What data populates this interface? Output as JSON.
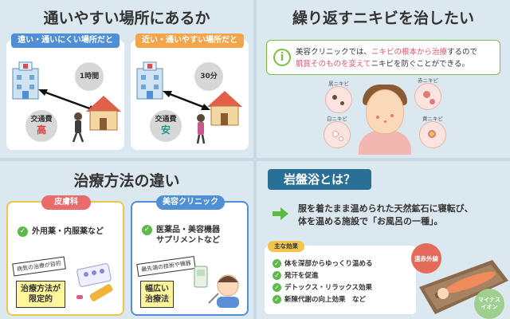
{
  "panel1": {
    "title": "通いやすい場所にあるか",
    "left": {
      "header": "遠い・通いにくい場所だと",
      "time": "1時間",
      "fee_label": "交通費",
      "fee_value": "高"
    },
    "right": {
      "header": "近い・通いやすい場所だと",
      "time": "30分",
      "fee_label": "交通費",
      "fee_value": "安"
    },
    "colors": {
      "blue": "#4f8fd6",
      "orange": "#f2a54a",
      "high": "#e03a3a",
      "low": "#1a9c8a"
    }
  },
  "panel2": {
    "title": "繰り返すニキビを治したい",
    "info_icon": "i",
    "info_line1_a": "美容クリニックでは、",
    "info_line1_b": "ニキビの根本から治療",
    "info_line1_c": "するので",
    "info_line2_a": "肌質そのものを変えて",
    "info_line2_b": "ニキビを防ぐことができる。",
    "acne_labels": [
      "黒ニキビ",
      "赤ニキビ",
      "白ニキビ",
      "黄ニキビ"
    ]
  },
  "panel3": {
    "title": "治療方法の違い",
    "left": {
      "tag": "皮膚科",
      "items": [
        "外用薬・内服薬など"
      ],
      "callout": "病気の治療が目的",
      "box_line1": "治療方法が",
      "box_line2": "限定的"
    },
    "right": {
      "tag": "美容クリニック",
      "items": [
        "医薬品・美容機器",
        "サプリメントなど"
      ],
      "callout": "最先端の技術や機器",
      "box_line1": "幅広い",
      "box_line2": "治療法"
    }
  },
  "panel4": {
    "title": "岩盤浴とは？",
    "desc_line1": "服を着たまま温められた天然鉱石に寝転び、",
    "desc_line2": "体を温める施設で「お風呂の一種」。",
    "effects_tag": "主な効果",
    "effects": [
      "体を深部からゆっくり温める",
      "発汗を促進",
      "デトックス・リラックス効果",
      "新陳代謝の向上効果　など"
    ],
    "bubble_ir": "遠赤外線",
    "bubble_ion_1": "マイナス",
    "bubble_ion_2": "イオン"
  }
}
